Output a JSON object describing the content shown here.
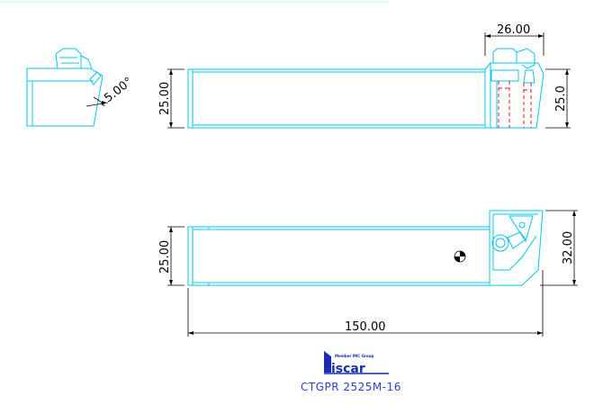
{
  "dimensions": {
    "top_width": "26.00",
    "top_height_left": "25.00",
    "top_height_right": "25.0",
    "angle": "5.00°",
    "bottom_height_left": "25.00",
    "bottom_height_right": "32.00",
    "overall_length": "150.00"
  },
  "logo": {
    "tagline": "Member IMC Group",
    "wordmark": "iscar"
  },
  "part_number": "CTGPR 2525M-16",
  "colors": {
    "geometry": "#00c8e8",
    "dimension": "#000000",
    "hidden_line": "#e01818",
    "brand": "#1a2db0"
  }
}
